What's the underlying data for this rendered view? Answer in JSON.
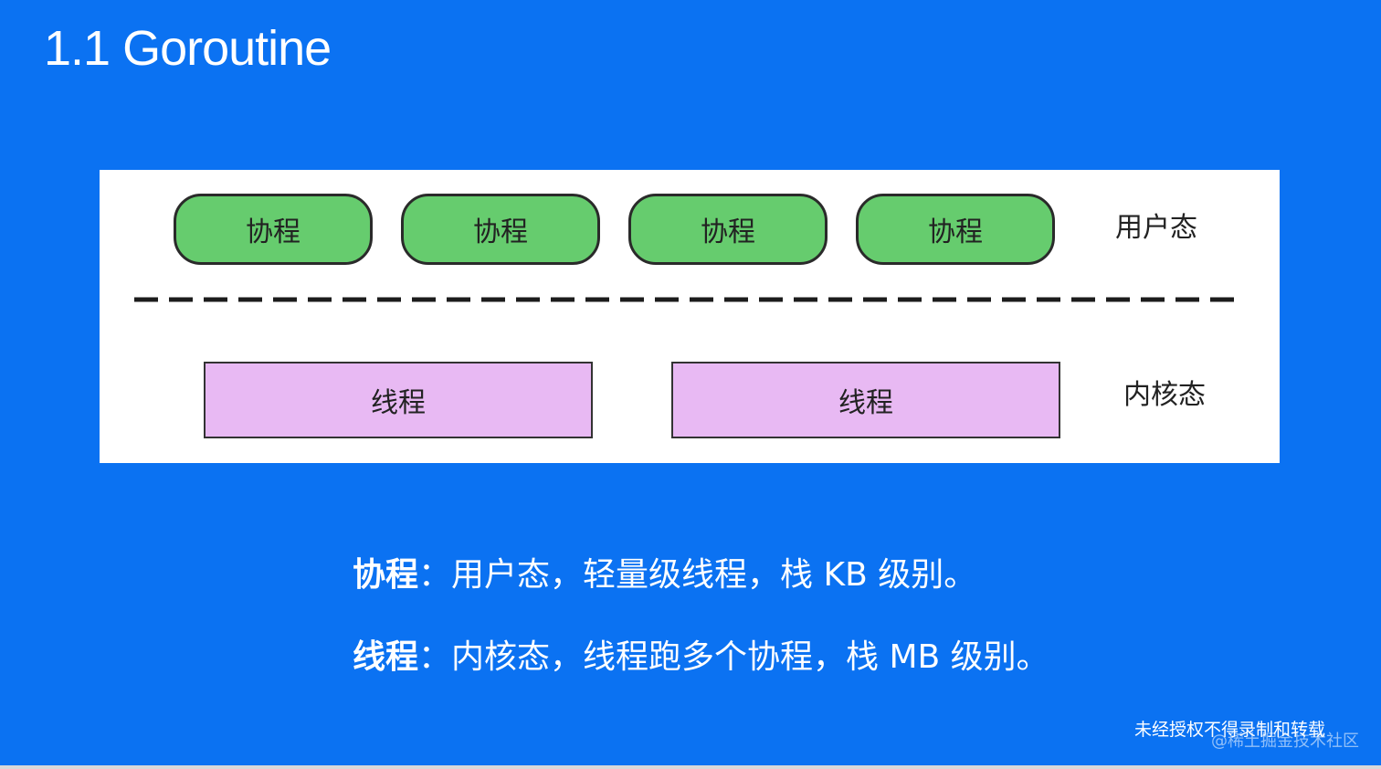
{
  "title": "1.1 Goroutine",
  "diagram": {
    "coroutines": [
      "协程",
      "协程",
      "协程",
      "协程"
    ],
    "threads": [
      "线程",
      "线程"
    ],
    "user_mode_label": "用户态",
    "kernel_mode_label": "内核态"
  },
  "descriptions": [
    {
      "term": "协程",
      "separator": "：",
      "text": "用户态，轻量级线程，栈 KB 级别。"
    },
    {
      "term": "线程",
      "separator": "：",
      "text": "内核态，线程跑多个协程，栈 MB 级别。"
    }
  ],
  "footer": {
    "notice": "未经授权不得录制和转载",
    "watermark": "@稀土掘金技术社区"
  },
  "colors": {
    "background": "#0b72f2",
    "coroutine_fill": "#66cc6e",
    "thread_fill": "#e8b9f3"
  }
}
